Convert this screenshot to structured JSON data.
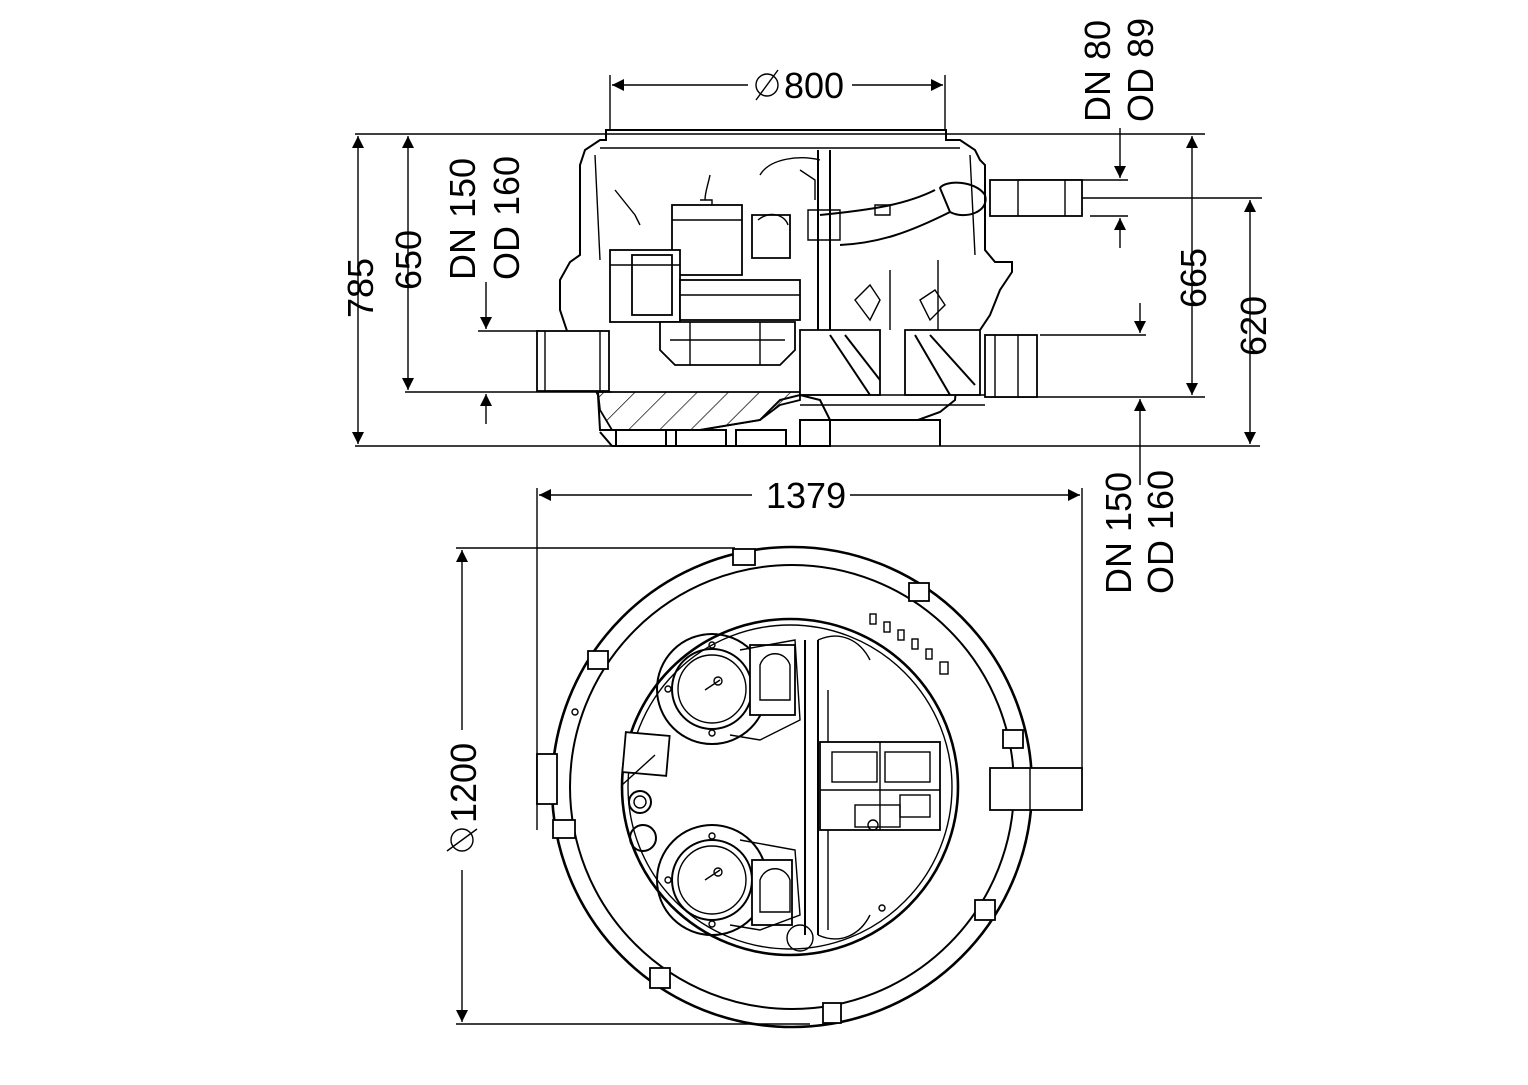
{
  "dimensions": {
    "top_diameter": "800",
    "outlet_label_dn": "DN 80",
    "outlet_label_od": "OD 89",
    "inlet_left_dn": "DN 150",
    "inlet_left_od": "OD 160",
    "height_total": "785",
    "height_inlet_left": "650",
    "height_outlet": "665",
    "height_inlet_right": "620",
    "inlet_right_dn": "DN 150",
    "inlet_right_od": "OD 160",
    "overall_width": "1379",
    "tank_diameter": "1200"
  }
}
